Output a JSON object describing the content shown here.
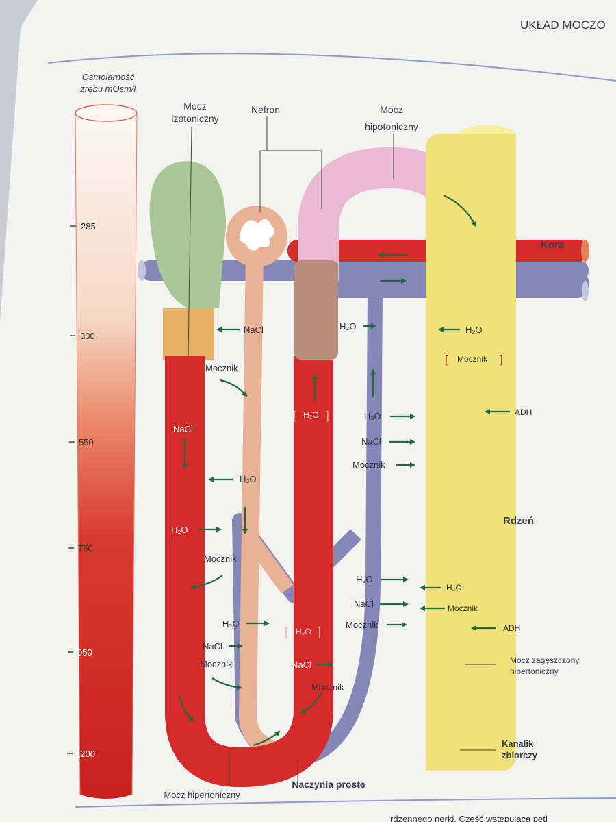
{
  "header": {
    "running_title": "UKŁAD MOCZO"
  },
  "scale": {
    "title_line1": "Osmolarność",
    "title_line2": "zrębu mOsm/l",
    "ticks": [
      "285",
      "300",
      "550",
      "750",
      "950",
      "1200"
    ]
  },
  "labels": {
    "mocz_izotoniczny_1": "Mocz",
    "mocz_izotoniczny_2": "izotoniczny",
    "nefron": "Nefron",
    "mocz_hipotoniczny_1": "Mocz",
    "mocz_hipotoniczny_2": "hipotoniczny",
    "kora": "Kora",
    "rdzen": "Rdzeń",
    "mocz_zageszczony_1": "Mocz zagęszczony,",
    "mocz_zageszczony_2": "hipertoniczny",
    "kanalik_1": "Kanalik",
    "kanalik_2": "zbiorczy",
    "mocz_hipertoniczny": "Mocz hipertoniczny",
    "naczynia_proste": "Naczynia proste"
  },
  "substances": {
    "nacl": "NaCl",
    "h2o": "H₂O",
    "mocznik": "Mocznik",
    "adh": "ADH"
  },
  "footer": {
    "text": "rdzennego nerki. Część wstępująca pętl"
  },
  "colors": {
    "page": "#f3f3f1",
    "loop_red": "#d42a2a",
    "desc_peach": "#e9b196",
    "vessel_blue": "#8487b8",
    "collecting_yellow": "#efe27a",
    "distal_pink": "#eab9d3",
    "proximal_green": "#a9c794",
    "arrow_green": "#1f6b3a"
  }
}
